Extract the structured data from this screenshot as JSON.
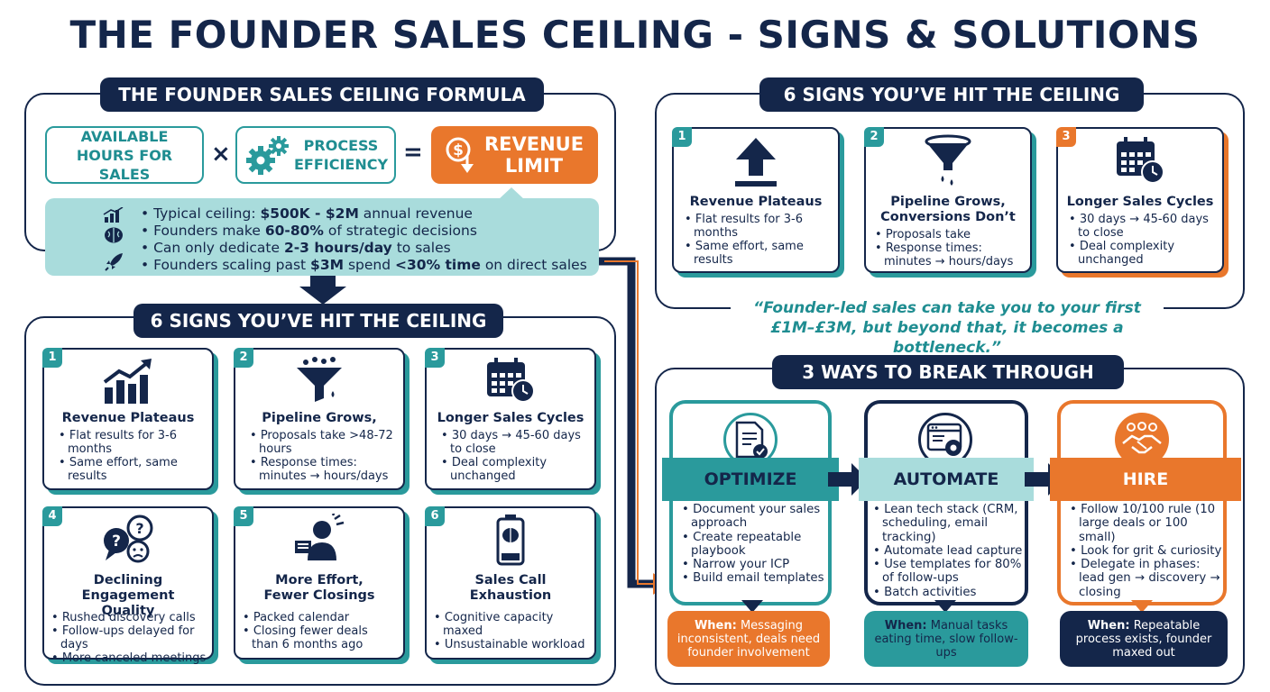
{
  "title": "THE FOUNDER SALES CEILING - SIGNS & SOLUTIONS",
  "formula": {
    "heading": "THE FOUNDER SALES CEILING FORMULA",
    "term1": "AVAILABLE HOURS FOR SALES",
    "op1": "×",
    "term2": "PROCESS EFFICIENCY",
    "op2": "=",
    "result": "REVENUE LIMIT",
    "facts": [
      {
        "icon": "bar-chart-icon",
        "pre": "Typical ceiling: ",
        "bold": "$500K - $2M",
        "post": " annual revenue"
      },
      {
        "icon": "brain-icon",
        "pre": "Founders make ",
        "bold": "60-80%",
        "post": " of strategic decisions"
      },
      {
        "icon": "",
        "pre": "Can only dedicate ",
        "bold": "2-3 hours/day",
        "post": " to sales"
      },
      {
        "icon": "rocket-icon",
        "pre": "Founders scaling past ",
        "bold": "$3M",
        "post": " spend ",
        "bold2": "<30% time",
        "post2": " on direct sales"
      }
    ]
  },
  "signs_left": {
    "heading": "6 SIGNS YOU’VE HIT THE CEILING",
    "cards": [
      {
        "num": "1",
        "icon": "trending-up-chart-icon",
        "title": "Revenue Plateaus",
        "items": [
          "Flat results for 3-6 months",
          "Same effort, same results"
        ]
      },
      {
        "num": "2",
        "icon": "funnel-icon",
        "title": "Pipeline Grows,",
        "items": [
          "Proposals take >48-72 hours",
          "Response times: minutes → hours/days"
        ]
      },
      {
        "num": "3",
        "icon": "calendar-clock-icon",
        "title": "Longer Sales Cycles",
        "items": [
          "30 days → 45-60 days to close",
          "Deal complexity unchanged"
        ]
      },
      {
        "num": "4",
        "icon": "question-bubbles-icon",
        "title": "Declining Engagement Quality",
        "items": [
          "Rushed discovery calls",
          "Follow-ups delayed for days",
          "More canceled meetings"
        ]
      },
      {
        "num": "5",
        "icon": "stressed-person-icon",
        "title": "More Effort, Fewer Closings",
        "items": [
          "Packed calendar",
          "Closing fewer deals than 6 months ago"
        ]
      },
      {
        "num": "6",
        "icon": "low-battery-brain-icon",
        "title": "Sales Call Exhaustion",
        "items": [
          "Cognitive capacity maxed",
          "Unsustainable workload"
        ]
      }
    ]
  },
  "signs_right": {
    "heading": "6 SIGNS YOU’VE HIT THE CEILING",
    "cards": [
      {
        "num": "1",
        "icon": "up-arrow-icon",
        "title": "Revenue Plateaus",
        "items": [
          "Flat results for 3-6 months",
          "Same effort, same results"
        ]
      },
      {
        "num": "2",
        "icon": "funnel-drops-icon",
        "title": "Pipeline Grows, Conversions Don’t",
        "items": [
          "Proposals take",
          "Response times: minutes → hours/days"
        ]
      },
      {
        "num": "3",
        "icon": "calendar-clock-icon",
        "title": "Longer Sales Cycles",
        "items": [
          "30 days → 45-60 days to close",
          "Deal complexity unchanged"
        ]
      }
    ],
    "quote": "“Founder-led sales can take you to your first £1M–£3M, but beyond that, it becomes a bottleneck.”"
  },
  "ways": {
    "heading": "3 WAYS TO BREAK THROUGH",
    "items": [
      {
        "icon": "document-check-icon",
        "label": "OPTIMIZE",
        "items": [
          "Document your sales approach",
          "Create repeatable playbook",
          "Narrow your ICP",
          "Build email templates"
        ],
        "when_label": "When:",
        "when_text": "Messaging inconsistent, deals need founder involvement"
      },
      {
        "icon": "browser-gear-icon",
        "label": "AUTOMATE",
        "items": [
          "Lean tech stack (CRM, scheduling, email tracking)",
          "Automate lead capture",
          "Use templates for 80% of follow-ups",
          "Batch activities"
        ],
        "when_label": "When:",
        "when_text": "Manual tasks eating time, slow follow-ups"
      },
      {
        "icon": "handshake-team-icon",
        "label": "HIRE",
        "items": [
          "Follow 10/100 rule (10 large deals or 100 small)",
          "Look for grit & curiosity",
          "Delegate in phases: lead gen → discovery → closing"
        ],
        "when_label": "When:",
        "when_text": "Repeatable process exists, founder maxed out"
      }
    ]
  },
  "colors": {
    "navy": "#14264a",
    "teal": "#2a9a9c",
    "light_teal": "#a9dcdc",
    "orange": "#e9772c"
  }
}
